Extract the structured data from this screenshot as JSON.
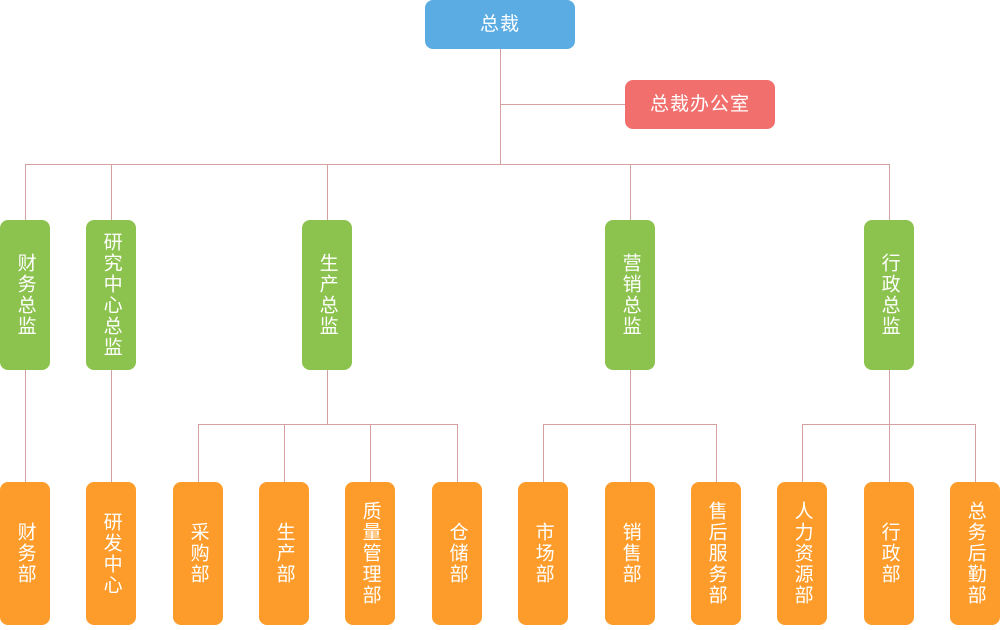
{
  "chart_title": "",
  "colors": {
    "ceo": "#5BACE3",
    "office": "#F1706E",
    "director": "#8CC34F",
    "department": "#FD9C2B",
    "connector": "#D4A0A0",
    "background": "#FFFFFF"
  },
  "org": {
    "ceo": {
      "label": "总裁"
    },
    "office": {
      "label": "总裁办公室"
    },
    "directors": [
      {
        "id": "finance-director",
        "label": "财务总监"
      },
      {
        "id": "research-director",
        "label": "研究中心总监"
      },
      {
        "id": "production-director",
        "label": "生产总监"
      },
      {
        "id": "marketing-director",
        "label": "营销总监"
      },
      {
        "id": "admin-director",
        "label": "行政总监"
      }
    ],
    "departments": [
      {
        "id": "finance-dept",
        "label": "财务部",
        "parent": "finance-director"
      },
      {
        "id": "rd-center",
        "label": "研发中心",
        "parent": "research-director"
      },
      {
        "id": "purchasing-dept",
        "label": "采购部",
        "parent": "production-director"
      },
      {
        "id": "production-dept",
        "label": "生产部",
        "parent": "production-director"
      },
      {
        "id": "quality-dept",
        "label": "质量管理部",
        "parent": "production-director"
      },
      {
        "id": "warehouse-dept",
        "label": "仓储部",
        "parent": "production-director"
      },
      {
        "id": "market-dept",
        "label": "市场部",
        "parent": "marketing-director"
      },
      {
        "id": "sales-dept",
        "label": "销售部",
        "parent": "marketing-director"
      },
      {
        "id": "aftersales-dept",
        "label": "售后服务部",
        "parent": "marketing-director"
      },
      {
        "id": "hr-dept",
        "label": "人力资源部",
        "parent": "admin-director"
      },
      {
        "id": "admin-dept",
        "label": "行政部",
        "parent": "admin-director"
      },
      {
        "id": "logistics-dept",
        "label": "总务后勤部",
        "parent": "admin-director"
      }
    ]
  }
}
